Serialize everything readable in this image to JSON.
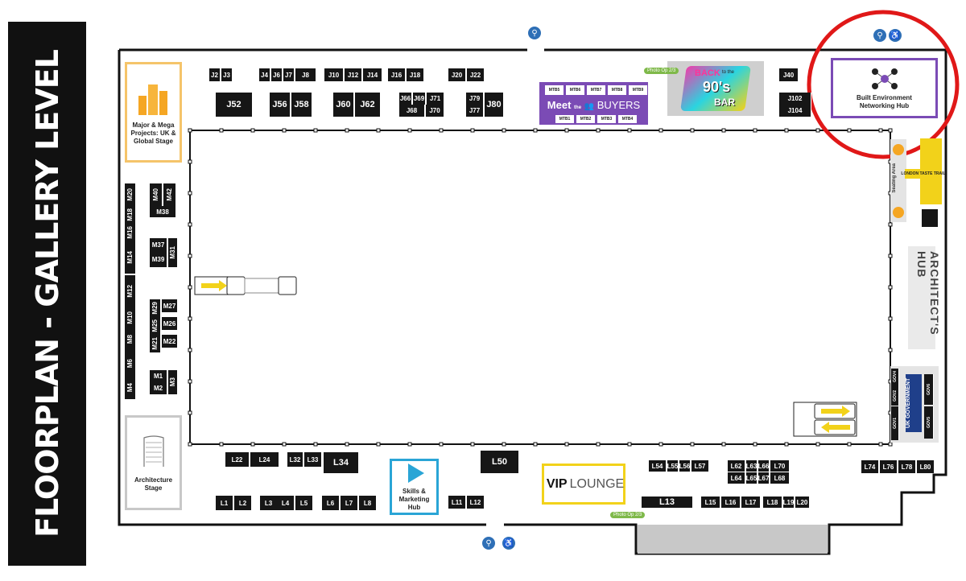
{
  "title": "FLOORPLAN - GALLERY LEVEL",
  "colors": {
    "booth": "#161616",
    "purple": "#7b4bb5",
    "orange": "#f5a623",
    "cyan": "#2aa5d6",
    "yellow": "#f2d21a",
    "green": "#7fb94a",
    "circle": "#e01818",
    "grey": "#c8c8c8"
  },
  "booths": {
    "top": [
      "J2",
      "J3",
      "J4",
      "J6",
      "J7",
      "J8",
      "J10",
      "J12",
      "J14",
      "J16",
      "J18",
      "J20",
      "J22",
      "J52",
      "J56",
      "J58",
      "J60",
      "J62",
      "J66",
      "J69",
      "J71",
      "J68",
      "J70",
      "J79",
      "J77",
      "J80",
      "J40",
      "J102",
      "J104"
    ],
    "mtb_top": [
      "MTB5",
      "MTB6",
      "MTB7",
      "MTB8",
      "MTB9"
    ],
    "mtb_bottom": [
      "MTB1",
      "MTB2",
      "MTB3",
      "MTB4"
    ],
    "left": [
      "M20",
      "M18",
      "M16",
      "M14",
      "M12",
      "M10",
      "M8",
      "M6",
      "M4",
      "M40",
      "M42",
      "M38",
      "M37",
      "M31",
      "M39",
      "M29",
      "M27",
      "M25",
      "M26",
      "M21",
      "M22",
      "M1",
      "M3",
      "M2"
    ],
    "bottom": [
      "L22",
      "L24",
      "L32",
      "L33",
      "L34",
      "L50",
      "L1",
      "L2",
      "L3",
      "L4",
      "L5",
      "L6",
      "L7",
      "L8",
      "L11",
      "L12",
      "L54",
      "L55",
      "L56",
      "L57",
      "L62",
      "L63",
      "L66",
      "L70",
      "L64",
      "L65",
      "L67",
      "L68",
      "L13",
      "L15",
      "L16",
      "L17",
      "L18",
      "L19",
      "L20",
      "L74",
      "L76",
      "L78",
      "L80"
    ],
    "gov": [
      "GOV1",
      "GOV2",
      "GOV3",
      "GOV4",
      "GOV5",
      "GOV6"
    ]
  },
  "hubs": {
    "major": "Major & Mega Projects: UK & Global Stage",
    "architecture": "Architecture Stage",
    "skills": "Skills & Marketing Hub",
    "vip_left": "VIP",
    "vip_right": "LOUNGE",
    "meet_left": "Meet",
    "meet_small": "the",
    "meet_right": "BUYERS",
    "bar_line1": "BACK",
    "bar_line2": "to the",
    "bar_line3": "90's",
    "bar_line4": "BAR",
    "networking": "Built Environment Networking Hub",
    "seating": "Seating Area",
    "taste": "LONDON TASTE TRAIL",
    "architects": "ARCHITECT'S HUB",
    "government": "GOVERNMENT",
    "gov_small": "UK"
  },
  "photo_ops": [
    "Photo Op 2/3",
    "Photo Op 2/3"
  ]
}
